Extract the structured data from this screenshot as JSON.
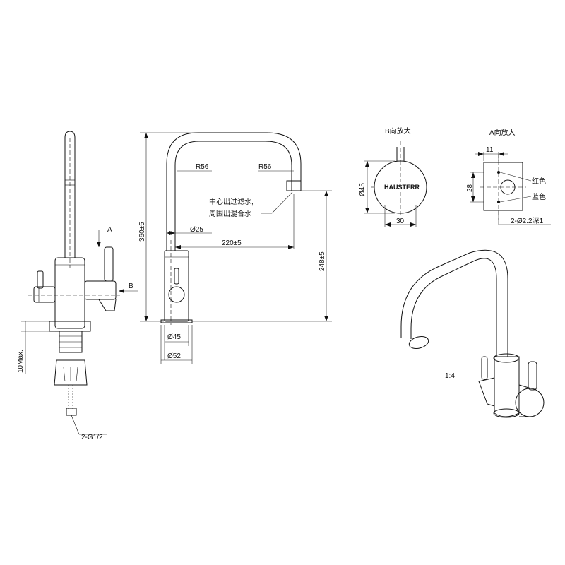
{
  "views": {
    "side": {
      "label_a": "A",
      "label_b": "B",
      "dim_max": "10Max.",
      "thread": "2-G1/2"
    },
    "front": {
      "radius_left": "R56",
      "radius_right": "R56",
      "height_total": "360±5",
      "spout_dia": "Ø25",
      "reach": "220±5",
      "spout_height": "248±5",
      "base_dia_inner": "Ø45",
      "base_dia_outer": "Ø52",
      "note_line1": "中心出过滤水,",
      "note_line2": "周围出混合水"
    },
    "view_b": {
      "title": "B向放大",
      "brand": "HÄUSTERR",
      "dia": "Ø45",
      "width": "30"
    },
    "view_a": {
      "title": "A向放大",
      "dim_top": "11",
      "dim_side": "28",
      "red_label": "红色",
      "blue_label": "蓝色",
      "hole_note": "2-Ø2.2深1"
    },
    "iso": {
      "scale": "1:4"
    }
  }
}
